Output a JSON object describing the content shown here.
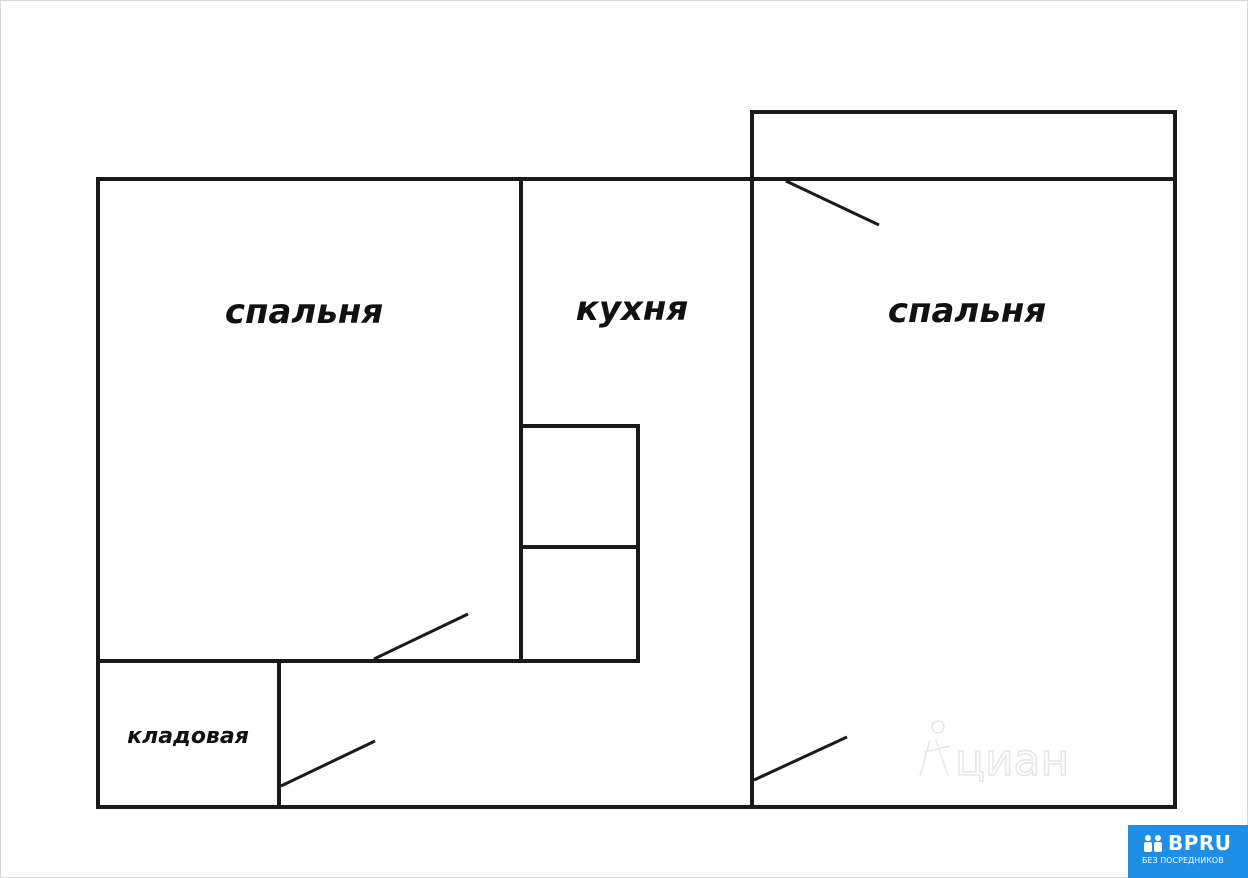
{
  "rooms": {
    "bedroom_left": "спальня",
    "kitchen": "кухня",
    "bedroom_right": "спальня",
    "storage": "кладовая"
  },
  "watermark": {
    "text": "циан"
  },
  "badge": {
    "name": "BPRU",
    "subtitle": "БЕЗ ПОСРЕДНИКОВ",
    "color": "#1f8ee6"
  },
  "colors": {
    "wall": "#1a1a1a",
    "background": "#ffffff"
  }
}
